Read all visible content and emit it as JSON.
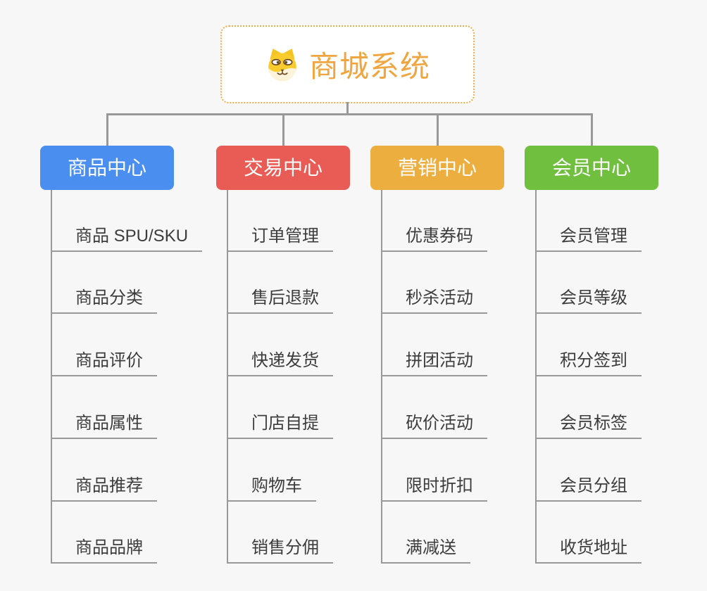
{
  "root": {
    "title": "商城系统",
    "icon": "dog-face-icon"
  },
  "branches": [
    {
      "id": "product",
      "label": "商品中心",
      "color": "#4A8EF0",
      "children": [
        "商品 SPU/SKU",
        "商品分类",
        "商品评价",
        "商品属性",
        "商品推荐",
        "商品品牌"
      ]
    },
    {
      "id": "trade",
      "label": "交易中心",
      "color": "#E85C55",
      "children": [
        "订单管理",
        "售后退款",
        "快递发货",
        "门店自提",
        "购物车",
        "销售分佣"
      ]
    },
    {
      "id": "marketing",
      "label": "营销中心",
      "color": "#EDAE40",
      "children": [
        "优惠券码",
        "秒杀活动",
        "拼团活动",
        "砍价活动",
        "限时折扣",
        "满减送"
      ]
    },
    {
      "id": "member",
      "label": "会员中心",
      "color": "#71BF3F",
      "children": [
        "会员管理",
        "会员等级",
        "积分签到",
        "会员标签",
        "会员分组",
        "收货地址"
      ]
    }
  ],
  "colors": {
    "background": "#F7F7F7",
    "connector": "#999999",
    "root_border": "#F1AC49",
    "root_title_text": "#F0A640",
    "child_text": "#3C3C3C",
    "branch_text": "#FFFFFF"
  }
}
